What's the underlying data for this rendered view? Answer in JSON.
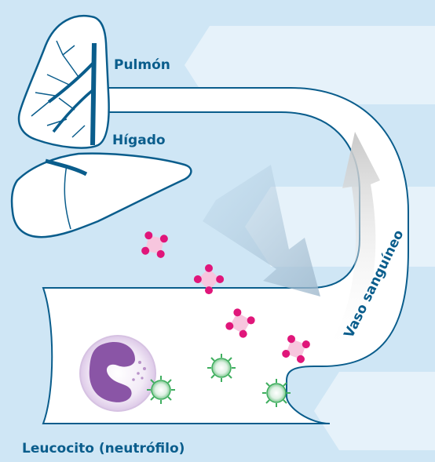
{
  "labels": {
    "lung": "Pulmón",
    "liver": "Hígado",
    "vessel": "Vaso sanguíneo",
    "leukocyte": "Leucocito (neutrófilo)"
  },
  "colors": {
    "background": "#cfe6f5",
    "organ_outline": "#0a5d8c",
    "label_text": "#0a5d8c",
    "panel": "#e6f2fa",
    "pink_particle": "#e0167a",
    "green_particle": "#3fae5f",
    "neutrophil": "#8a55a6"
  },
  "icons": [
    "lung-icon",
    "liver-icon",
    "neutrophil-icon",
    "pink-particle-icon",
    "green-particle-icon"
  ]
}
